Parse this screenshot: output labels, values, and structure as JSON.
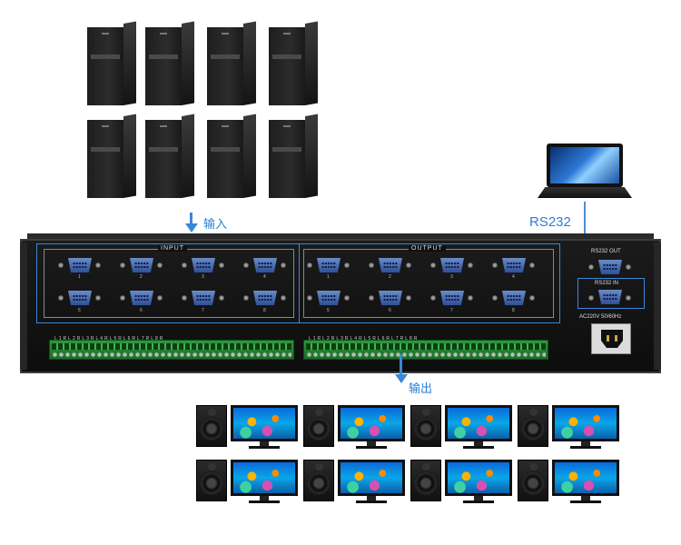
{
  "labels": {
    "input_arrow": "输入",
    "output_arrow": "输出",
    "rs232": "RS232"
  },
  "panel": {
    "input_title": "INPUT",
    "output_title": "OUTPUT",
    "rs232_out": "RS232 OUT",
    "rs232_in": "RS232 IN",
    "power": "AC220V 50/60Hz",
    "input_port_numbers": [
      "1",
      "2",
      "3",
      "4",
      "5",
      "6",
      "7",
      "8"
    ],
    "output_port_numbers": [
      "1",
      "2",
      "3",
      "4",
      "5",
      "6",
      "7",
      "8"
    ],
    "audio_terminal_labels": "L1RL2RL3RL4RL5RL6RL7RL8R"
  },
  "colors": {
    "accent": "#2a7fd4",
    "vga_blue": "#3a5fa8",
    "terminal_green": "#2a9a3a",
    "chassis": "#111111"
  },
  "icons": {
    "source": "pc-tower-icon",
    "controller": "laptop-icon",
    "speaker": "speaker-icon",
    "display": "monitor-icon"
  }
}
